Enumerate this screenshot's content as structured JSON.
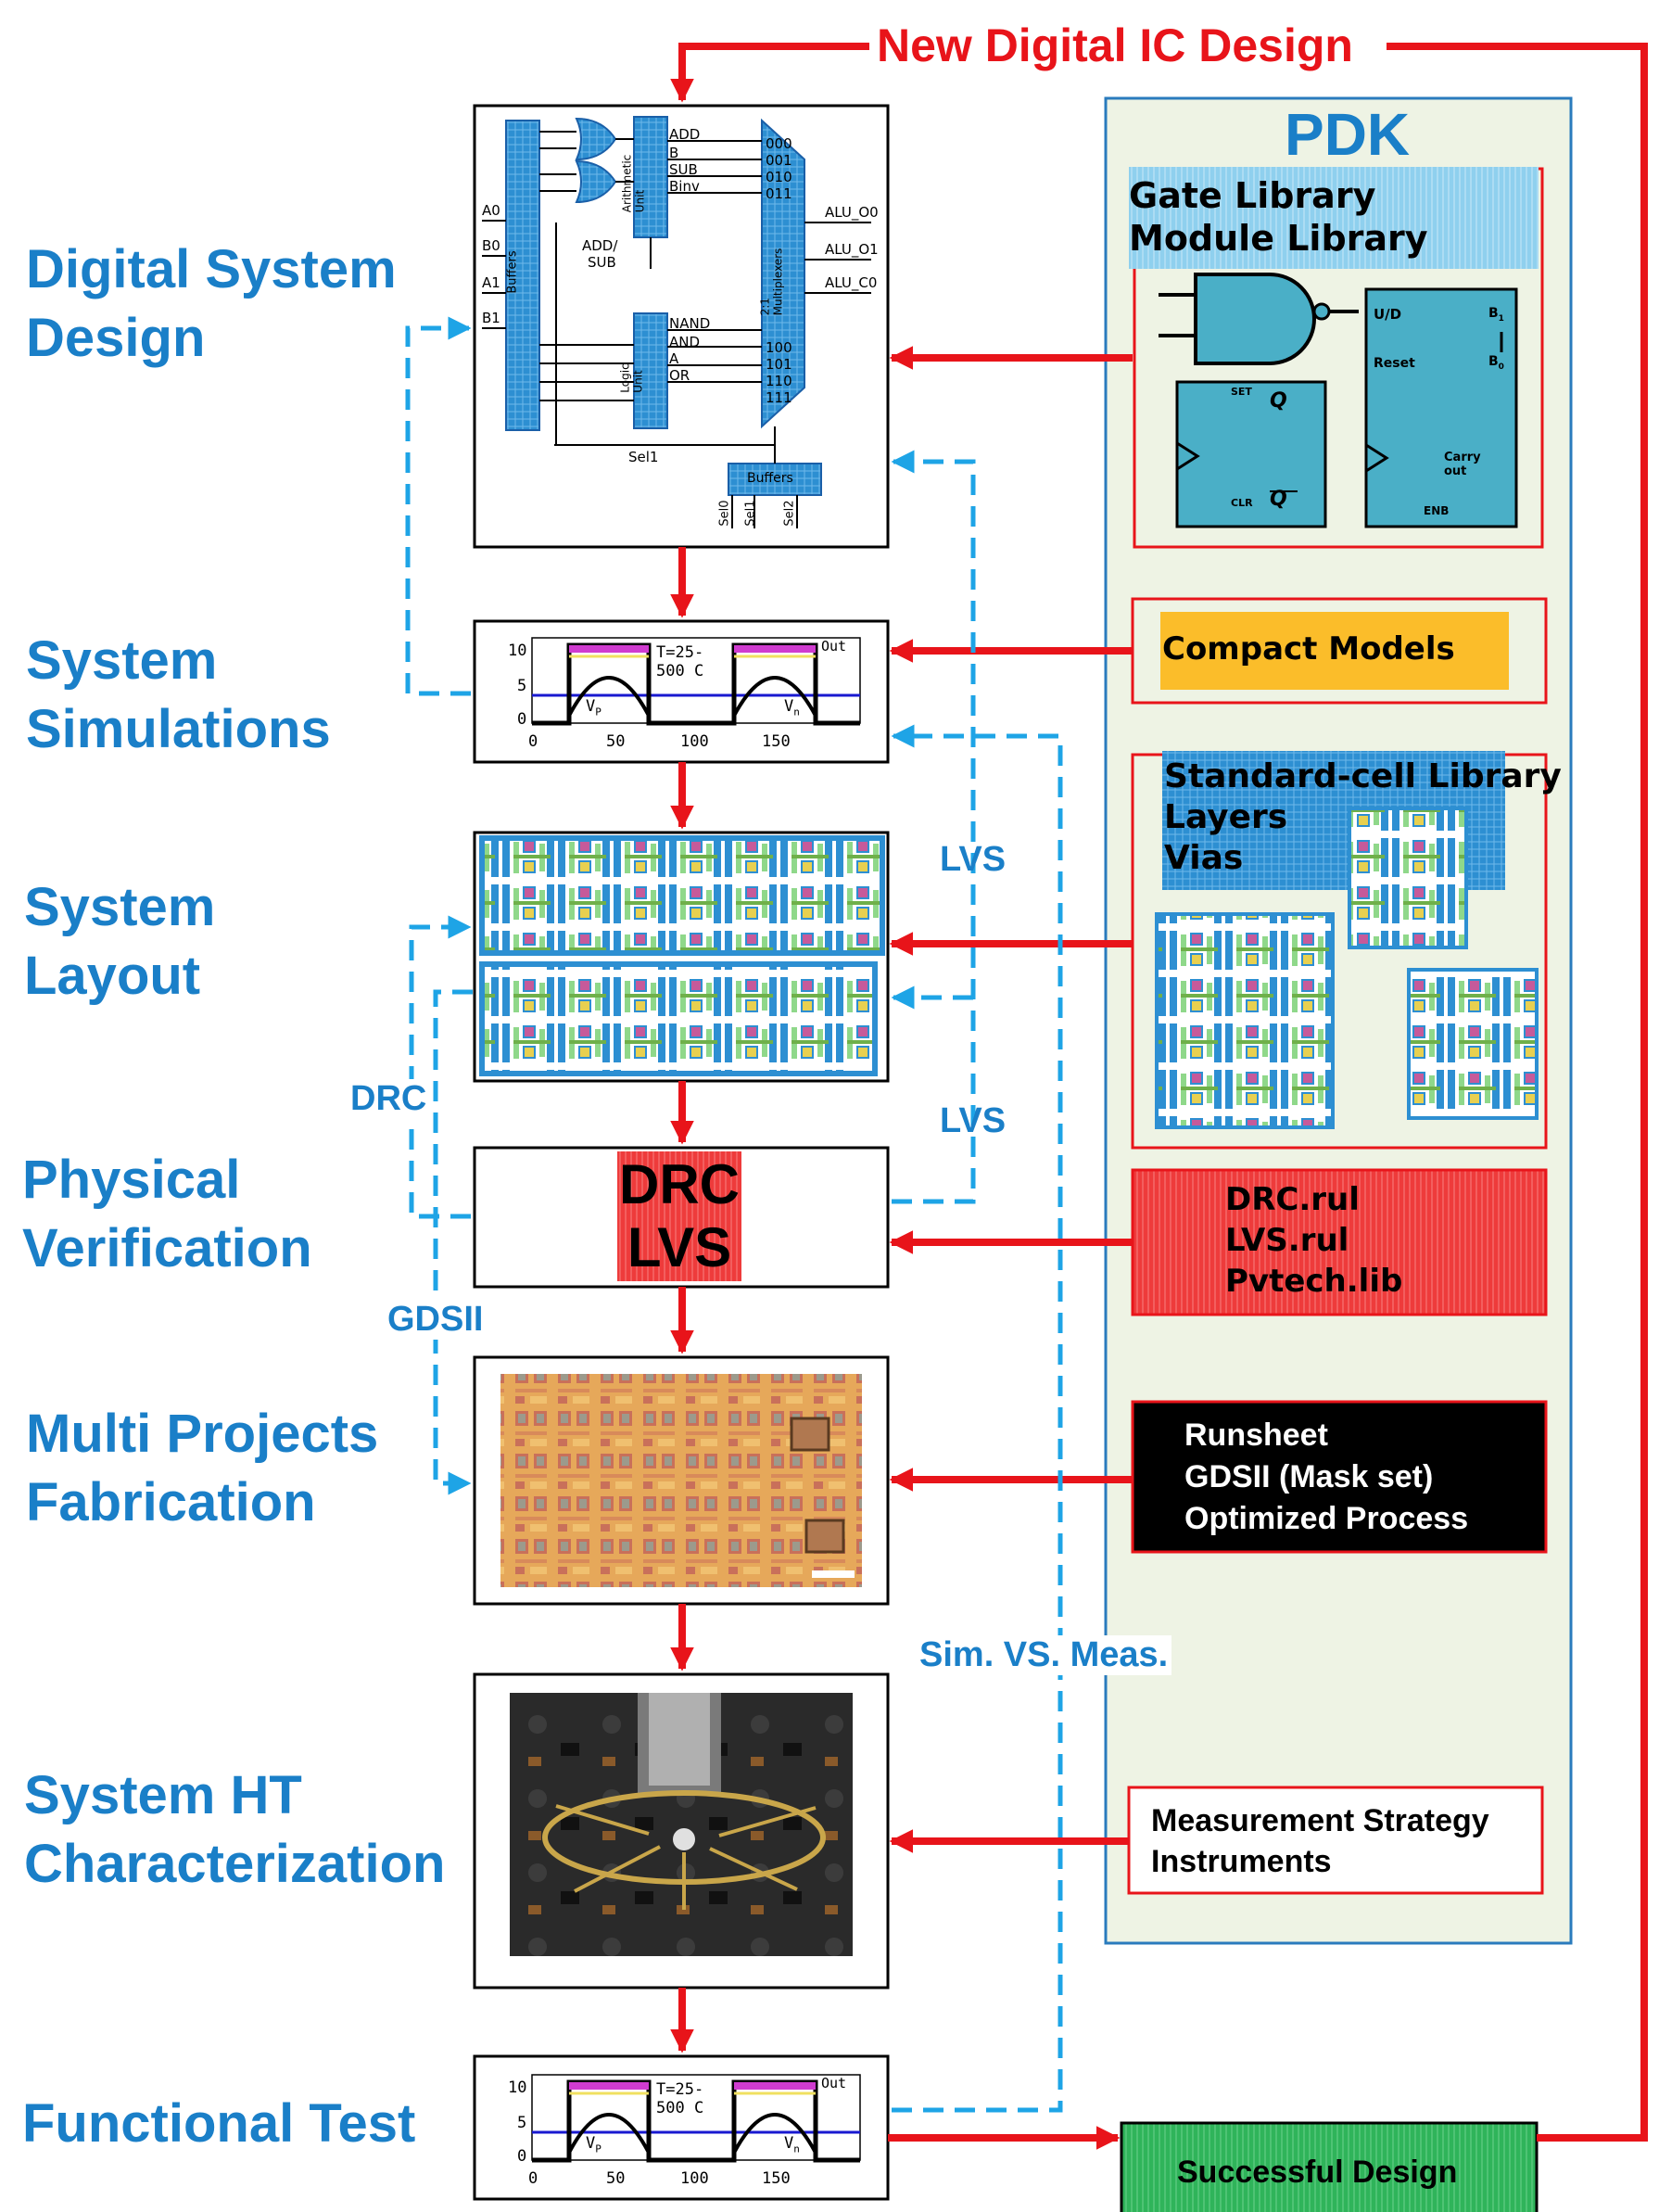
{
  "loop_label": "New Digital IC Design",
  "stages": [
    {
      "id": "digital-system-design",
      "lines": [
        "Digital System",
        "Design"
      ]
    },
    {
      "id": "system-simulations",
      "lines": [
        "System",
        "Simulations"
      ]
    },
    {
      "id": "system-layout",
      "lines": [
        "System",
        "Layout"
      ]
    },
    {
      "id": "physical-verification",
      "lines": [
        "Physical",
        "Verification"
      ]
    },
    {
      "id": "multi-projects-fabrication",
      "lines": [
        "Multi Projects",
        "Fabrication"
      ]
    },
    {
      "id": "system-ht-characterization",
      "lines": [
        "System HT",
        "Characterization"
      ]
    },
    {
      "id": "functional-test",
      "lines": [
        "Functional Test"
      ]
    }
  ],
  "alu": {
    "inputs": [
      "A0",
      "B0",
      "A1",
      "B1"
    ],
    "buffers_label": "Buffers",
    "arith_unit": "Arithmetic Unit",
    "logic_unit": "Logic Unit",
    "mux_label": "2:1 Multiplexers",
    "add_sub": [
      "ADD/",
      "SUB"
    ],
    "arith_ops": [
      "ADD",
      "B",
      "SUB",
      "Binv"
    ],
    "arith_codes": [
      "000",
      "001",
      "010",
      "011"
    ],
    "logic_ops": [
      "NAND",
      "AND",
      "A",
      "OR"
    ],
    "logic_codes": [
      "100",
      "101",
      "110",
      "111"
    ],
    "outputs": [
      "ALU_O0",
      "ALU_O1",
      "ALU_C0"
    ],
    "sel_label": "Sel1",
    "sel_inputs": [
      "Sel0",
      "Sel1",
      "Sel2"
    ],
    "sel_buffers": "Buffers"
  },
  "sim_plot": {
    "y_ticks": [
      "10",
      "5",
      "0"
    ],
    "x_ticks": [
      "0",
      "50",
      "100",
      "150"
    ],
    "temp_label": "T=25-500 C",
    "out_label": "Out",
    "vp_label": "V",
    "vp_sub": "P",
    "vn_label": "V",
    "vn_sub": "n"
  },
  "verification_box": {
    "lines": [
      "DRC",
      "LVS"
    ]
  },
  "flow_labels": {
    "lvs_top": "LVS",
    "lvs_bottom": "LVS",
    "drc": "DRC",
    "gdsii": "GDSII",
    "sim_vs_meas": "Sim. VS. Meas."
  },
  "pdk": {
    "title": "PDK",
    "gate_library": [
      "Gate Library",
      "Module Library"
    ],
    "flipflop": {
      "set": "SET",
      "clr": "CLR",
      "q": "Q",
      "qbar": "Q"
    },
    "counter": {
      "ud": "U/D",
      "reset": "Reset",
      "carry": "Carry out",
      "enb": "ENB",
      "b1": "B",
      "b1_sub": "1",
      "b0": "B",
      "b0_sub": "0"
    },
    "compact_models": "Compact Models",
    "std_cell": [
      "Standard-cell Library",
      "Layers",
      "Vias"
    ],
    "rule_files": [
      "DRC.rul",
      "LVS.rul",
      "Pvtech.lib"
    ],
    "runsheet": [
      "Runsheet",
      "GDSII (Mask set)",
      "Optimized Process"
    ],
    "measurement": [
      "Measurement Strategy",
      "Instruments"
    ]
  },
  "success_label": "Successful Design",
  "colors": {
    "label_blue": "#1a7fc8",
    "arrow_red": "#e8141a",
    "dashed_cyan": "#1ea4e6",
    "pdk_bg": "#eef3e4",
    "pdk_border": "#2a7bbd",
    "compact_yellow": "#fbbd2a",
    "rule_red": "#ee3b3b",
    "success_green": "#2fb45a",
    "schematic_blue": "#2d8fd2",
    "cell_teal": "#4aafc7"
  }
}
